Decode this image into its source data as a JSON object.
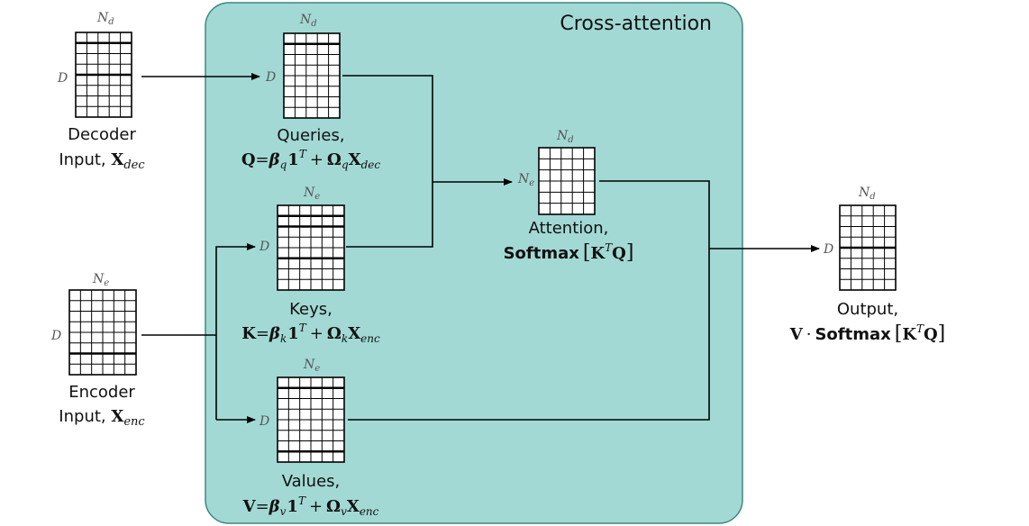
{
  "colors": {
    "panel_fill": "#a2d9d5",
    "panel_stroke": "#3d8880",
    "line": "#000000",
    "dim_label": "#555555"
  },
  "panel": {
    "title": "Cross-attention"
  },
  "dims": {
    "D": "D",
    "Nd": "N",
    "Nd_sub": "d",
    "Ne": "N",
    "Ne_sub": "e"
  },
  "decoder": {
    "line1": "Decoder",
    "line2_text": "Input, ",
    "sym": "X",
    "sub": "dec"
  },
  "encoder": {
    "line1": "Encoder",
    "line2_text": "Input, ",
    "sym": "X",
    "sub": "enc"
  },
  "queries": {
    "name": "Queries,",
    "lhs": "Q",
    "beta_sub": "q",
    "omega_sub": "q",
    "x_sub": "dec"
  },
  "keys": {
    "name": "Keys,",
    "lhs": "K",
    "beta_sub": "k",
    "omega_sub": "k",
    "x_sub": "enc"
  },
  "values": {
    "name": "Values,",
    "lhs": "V",
    "beta_sub": "v",
    "omega_sub": "v",
    "x_sub": "enc"
  },
  "formula": {
    "eq": "=",
    "beta": "β",
    "one": "1",
    "sup_T": "T",
    "plus": "+",
    "omega": "Ω",
    "X": "X"
  },
  "attention": {
    "name": "Attention,",
    "func": "Softmax",
    "K": "K",
    "sup_T": "T",
    "Q": "Q",
    "lbr": "[",
    "rbr": "]"
  },
  "output": {
    "name": "Output,",
    "V": "V",
    "dot": "·",
    "func": "Softmax",
    "K": "K",
    "sup_T": "T",
    "Q": "Q",
    "lbr": "[",
    "rbr": "]"
  }
}
